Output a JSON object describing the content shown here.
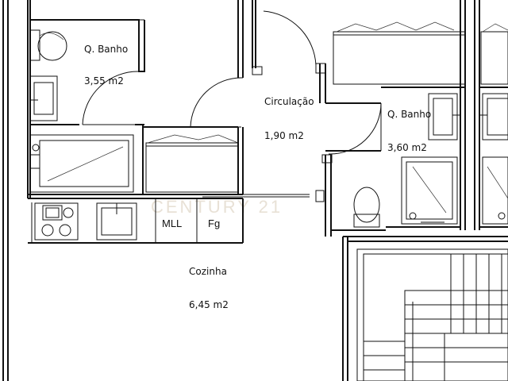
{
  "rooms": [
    {
      "name": "Q. Banho",
      "area": "3,55 m2"
    },
    {
      "name": "Circulação",
      "area": "1,90 m2"
    },
    {
      "name": "Q. Banho",
      "area": "3,60 m2"
    },
    {
      "name": "Cozinha",
      "area": "6,45 m2"
    }
  ],
  "appliances": {
    "mll": "MLL",
    "fg": "Fg"
  },
  "watermark": "CENTURY 21",
  "colors": {
    "line": "#111111",
    "background": "#ffffff",
    "watermark": "#e8e1d6"
  }
}
